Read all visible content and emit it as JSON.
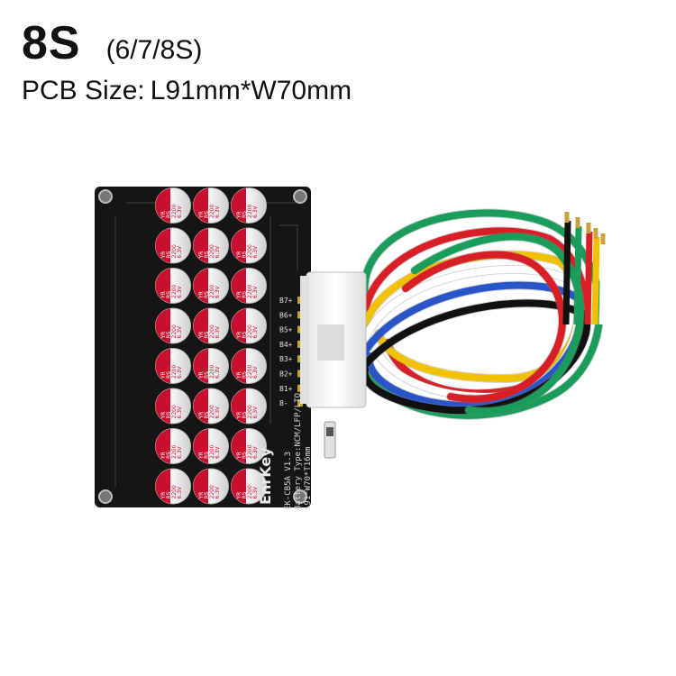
{
  "header": {
    "title": "8S",
    "subtitle": "(6/7/8S)",
    "pcb_size_label": "PCB  Size:",
    "pcb_size_value": "L91mm*W70mm"
  },
  "board": {
    "capacitor_text": [
      "YR",
      "RS",
      "2200",
      "6.3V"
    ],
    "pin_labels": [
      "B7+",
      "B6+",
      "B5+",
      "B4+",
      "B3+",
      "B2+",
      "B1+",
      "B-"
    ],
    "logo_text": "EnrKey",
    "silkscreen_lines": [
      "EK-CB5A V1.3",
      "Battery Type:NCM/LFP/LTO",
      "L91*W70*T16mm"
    ],
    "colors": {
      "pcb": "#151515",
      "cap_top": "#c8102e",
      "cap_body": "#f1f1f1",
      "connector": "#f4f4f4"
    },
    "wire_colors": [
      "#1a9c5b",
      "#d81f26",
      "#f2c200",
      "#ffffff",
      "#2a55c9",
      "#111111"
    ]
  }
}
